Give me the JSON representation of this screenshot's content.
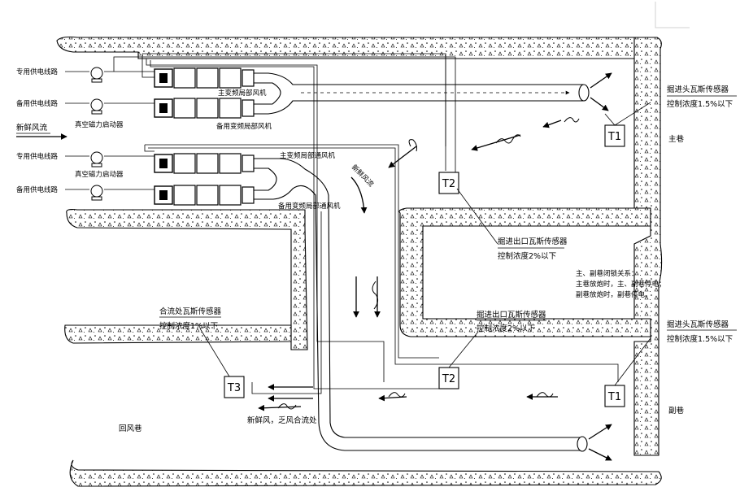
{
  "labels": {
    "dedicated_line_1": "专用供电线路",
    "backup_line_1": "备用供电线路",
    "fresh_airflow": "新鲜风流",
    "vacuum_starter_1": "真空磁力启动器",
    "main_fan_1": "主变频局部风机",
    "backup_fan_1": "备用变频局部风机",
    "dedicated_line_2": "专用供电线路",
    "vacuum_starter_2": "真空磁力启动器",
    "backup_line_2": "备用供电线路",
    "main_fan_2": "主变频局部通风机",
    "backup_fan_2": "备用变频局部通风机",
    "fresh_air_diag": "新鲜风流",
    "main_roadway": "主巷",
    "aux_roadway": "副巷",
    "return_roadway": "回风巷",
    "mix_point": "新鲜风，乏风合流处"
  },
  "sensors": {
    "t1_top": {
      "id": "T1",
      "label": "掘进头瓦斯传感器",
      "spec": "控制浓度1.5%以下"
    },
    "t2_top": {
      "id": "T2",
      "label": "掘进出口瓦斯传感器",
      "spec": "控制浓度2%以下"
    },
    "t2_bottom": {
      "id": "T2",
      "label": "掘进出口瓦斯传感器",
      "spec": "控制浓度2%以下"
    },
    "t1_bottom": {
      "id": "T1",
      "label": "掘进头瓦斯传感器",
      "spec": "控制浓度1.5%以下"
    },
    "t3": {
      "id": "T3",
      "label": "合流处瓦斯传感器",
      "spec": "控制浓度1%以下"
    }
  },
  "interlock": {
    "title": "主、副巷闭锁关系：",
    "line1": "主巷放炮时，主、副巷停电；",
    "line2": "副巷放炮时，副巷停电。"
  }
}
